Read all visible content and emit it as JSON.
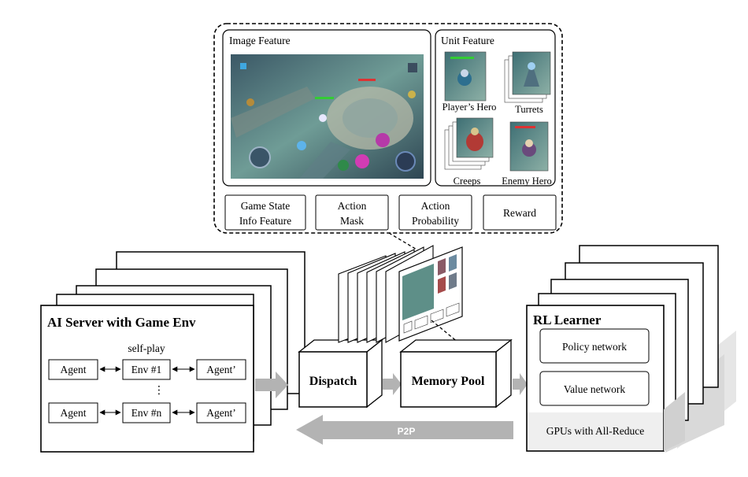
{
  "feature_panel": {
    "image_feature_label": "Image Feature",
    "unit_feature_label": "Unit Feature",
    "unit_items": [
      {
        "label": "Player’s Hero"
      },
      {
        "label": "Turrets"
      },
      {
        "label": "Creeps"
      },
      {
        "label": "Enemy Hero"
      }
    ],
    "feature_boxes": [
      {
        "line1": "Game State",
        "line2": "Info Feature"
      },
      {
        "line1": "Action",
        "line2": "Mask"
      },
      {
        "line1": "Action",
        "line2": "Probability"
      },
      {
        "line1": "Reward",
        "line2": ""
      }
    ]
  },
  "ai_server": {
    "title": "AI Server with Game Env",
    "selfplay_label": "self-play",
    "rows": [
      {
        "agent": "Agent",
        "env": "Env #1",
        "agent2": "Agent’"
      },
      {
        "agent": "Agent",
        "env": "Env #n",
        "agent2": "Agent’"
      }
    ],
    "ellipsis": "⋮"
  },
  "dispatch_label": "Dispatch",
  "memory_pool_label": "Memory Pool",
  "rl_learner": {
    "title": "RL Learner",
    "policy_label": "Policy network",
    "value_label": "Value network",
    "gpus_label": "GPUs with All-Reduce"
  },
  "p2p_label": "P2P",
  "colors": {
    "arrow_gray": "#b3b3b3",
    "shadow_gray": "#d9d9d9",
    "game_dark": "#2f4a57",
    "game_teal": "#4f8a94",
    "game_stone": "#b5b9a8"
  }
}
